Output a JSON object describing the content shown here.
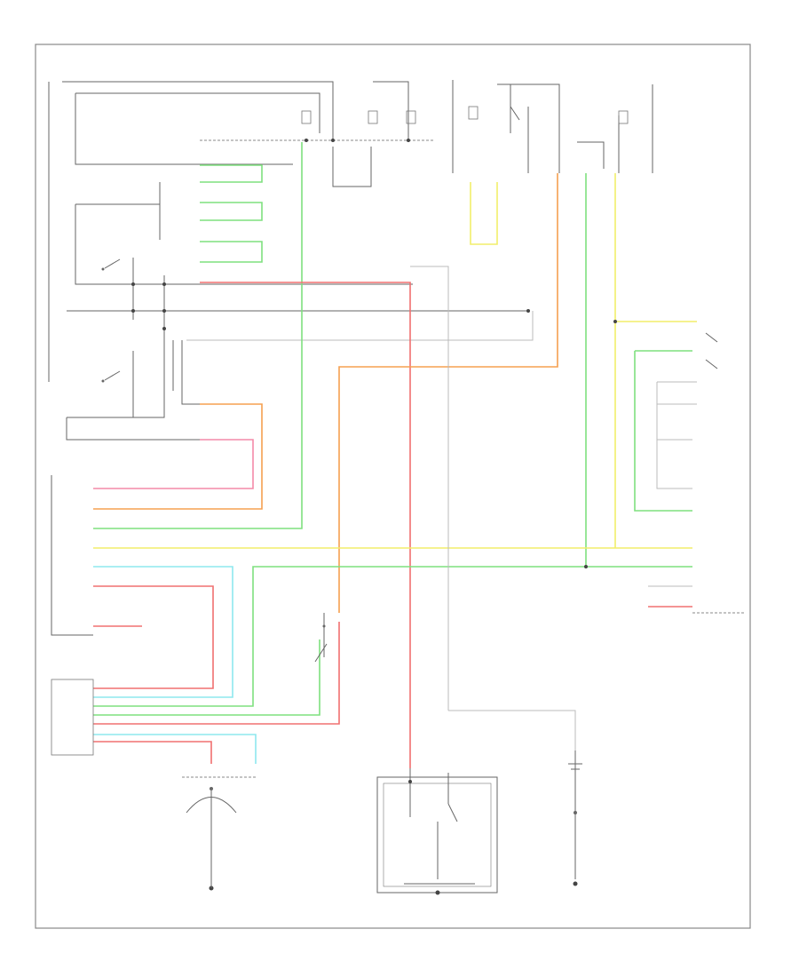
{
  "diagram": {
    "page_ref": "",
    "colors": {
      "green": "#7fe07f",
      "red": "#f07070",
      "pink": "#f48aa8",
      "orange": "#f5a050",
      "yellow": "#f2ee6a",
      "cyan": "#8ee8ee",
      "black": "#666666",
      "gray": "#bbbbbb"
    },
    "components": [
      {
        "id": "fuse-left",
        "label": ""
      },
      {
        "id": "fuse-mid",
        "label": ""
      },
      {
        "id": "starter-relay",
        "label": ""
      },
      {
        "id": "fuse-right",
        "label": ""
      },
      {
        "id": "starter-cut-relay-1",
        "label": ""
      },
      {
        "id": "starter-cut-relay-2",
        "label": ""
      },
      {
        "id": "ecm-pcm",
        "label": ""
      },
      {
        "id": "ecm-lower",
        "label": ""
      },
      {
        "id": "transmission-range-switch",
        "label": ""
      },
      {
        "id": "clutch-interlock-switch",
        "label": ""
      },
      {
        "id": "starter",
        "label": ""
      },
      {
        "id": "battery",
        "label": ""
      },
      {
        "id": "battery-sensor",
        "label": ""
      },
      {
        "id": "keyless-control-unit",
        "label": ""
      },
      {
        "id": "ground-left",
        "label": ""
      },
      {
        "id": "ground-right",
        "label": ""
      }
    ],
    "wires": [
      {
        "color": "green",
        "label": ""
      },
      {
        "color": "red",
        "label": ""
      },
      {
        "color": "pink",
        "label": ""
      },
      {
        "color": "orange",
        "label": ""
      },
      {
        "color": "yellow",
        "label": ""
      },
      {
        "color": "cyan",
        "label": ""
      }
    ]
  }
}
